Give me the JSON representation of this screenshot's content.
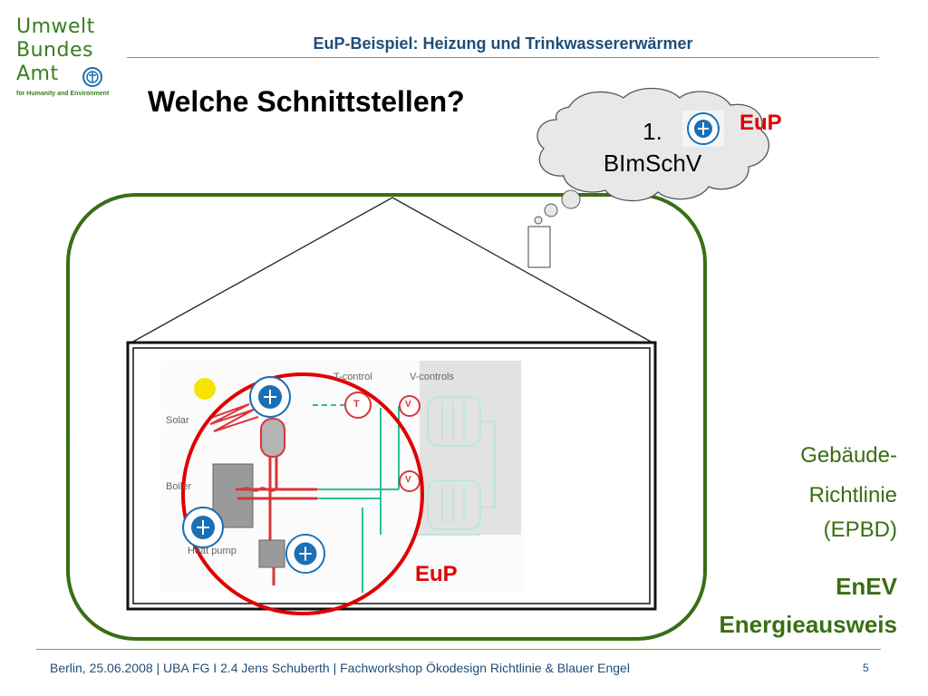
{
  "logo": {
    "line1": "Umwelt",
    "line2": "Bundes",
    "line3": "Amt",
    "tagline": "for Humanity and Environment"
  },
  "header": {
    "title": "EuP-Beispiel: Heizung und Trinkwassererwärmer"
  },
  "slide": {
    "title": "Welche Schnittstellen?"
  },
  "cloud": {
    "line1": "1.",
    "line2": "BImSchV",
    "eup_label": "EuP"
  },
  "diagram": {
    "labels": {
      "solar": "Solar",
      "boiler": "Boiler",
      "heat_pump": "Heat pump",
      "t_control": "T-control",
      "v_controls": "V-controls",
      "t": "T",
      "v": "V"
    },
    "eup_label": "EuP"
  },
  "right": {
    "epbd_line1": "Gebäude-",
    "epbd_line2": "Richtlinie",
    "epbd_line3": "(EPBD)",
    "enev_line1": "EnEV",
    "enev_line2": "Energieausweis"
  },
  "footer": {
    "text": "Berlin, 25.06.2008  |  UBA FG I 2.4 Jens Schuberth  |  Fachworkshop Ökodesign Richtlinie & Blauer Engel",
    "page": "5"
  },
  "colors": {
    "brand_green": "#3a7d1f",
    "title_blue": "#1f4e79",
    "accent_red": "#e00000",
    "frame_green": "#3a6e14",
    "pipe_teal": "#2bbf9b",
    "pipe_red": "#d9353a",
    "sun_yellow": "#f5e400"
  },
  "icons": {
    "logo_emblem": "uba-globe-icon",
    "blue_angel": "blauer-engel-icon"
  }
}
